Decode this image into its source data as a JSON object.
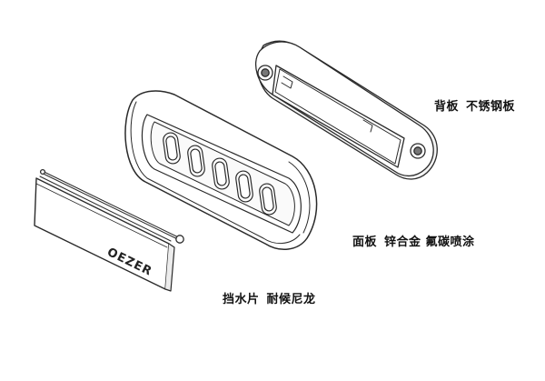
{
  "diagram": {
    "parts": [
      {
        "id": "back-plate",
        "name": "背板",
        "material": "不锈钢板"
      },
      {
        "id": "front-panel",
        "name": "面板",
        "material": "锌合金 氟碳喷涂"
      },
      {
        "id": "water-flap",
        "name": "挡水片",
        "material": "耐候尼龙"
      }
    ],
    "brand_mark": "OEZER",
    "line_color": "#2a2a2a",
    "fill_color": "#ffffff"
  }
}
